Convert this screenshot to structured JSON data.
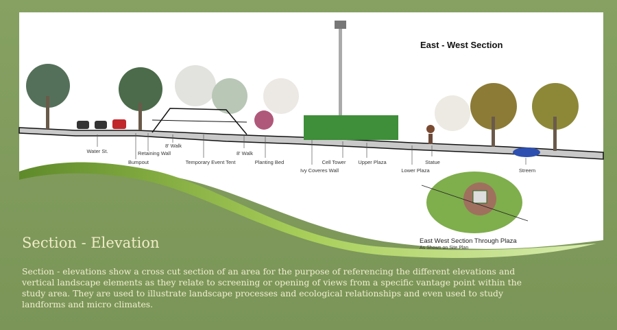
{
  "section_title": "East - West Section",
  "labels": {
    "water_st": "Water St.",
    "bumpout": "Bumpout",
    "retaining_wall": "Retaining Wall",
    "walk_1": "8' Walk",
    "tent": "Temporary Event Tent",
    "walk_2": "8' Walk",
    "planting_bed": "Planting Bed",
    "ivy_wall": "Ivy Coveres Wall",
    "cell_tower": "Cell Tower",
    "upper_plaza": "Upper Plaza",
    "lower_plaza": "Lower Plaza",
    "statue": "Statue",
    "stream": "Streem"
  },
  "inset": {
    "title": "East West Section Through Plaza",
    "subtitle": "As Shown on Site Plan"
  },
  "heading": "Section - Elevation",
  "description": "Section - elevations show a cross cut section of an area for the purpose of referencing the different elevations  and vertical landscape elements as they relate to screening or opening of views from a specific vantage point within the study area. They are used to illustrate landscape processes and ecological relationships and even used to study landforms and micro climates."
}
